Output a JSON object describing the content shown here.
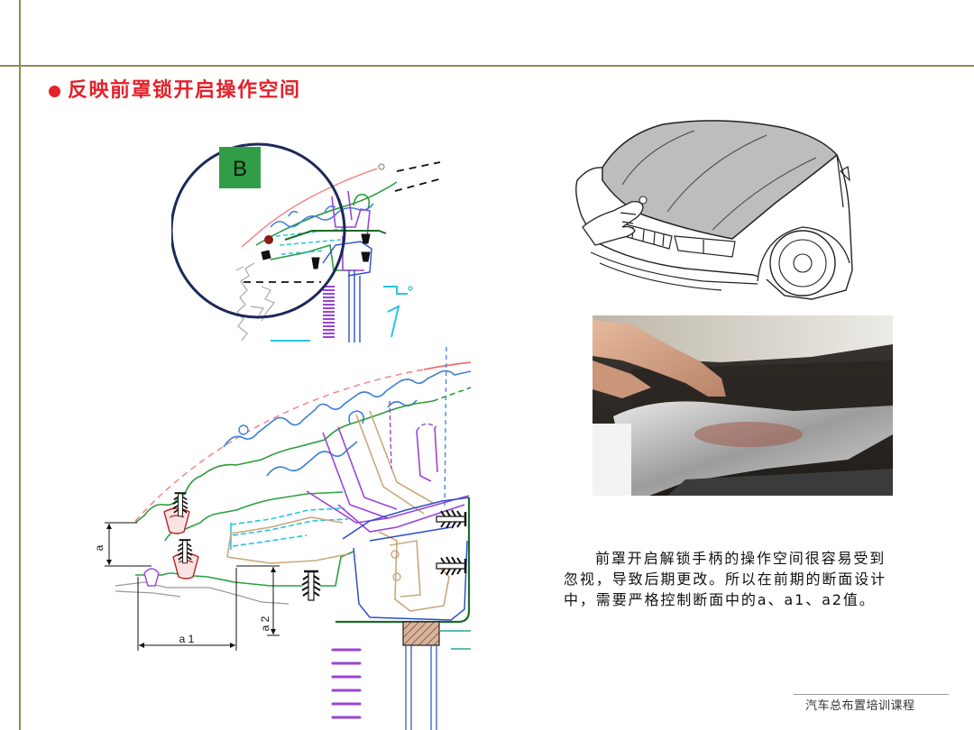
{
  "slide": {
    "title": "反映前罩锁开启操作空间",
    "paragraph_lines": [
      "前罩开启解锁手柄的操作空间很容易受到",
      "忽视，导致后期更改。所以在前期的断面设计",
      "中，需要严格控制断面中的a、a1、a2值。"
    ],
    "footer": "汽车总布置培训课程"
  },
  "detail_view": {
    "label": "B"
  },
  "section_view": {
    "dimensions": {
      "a": "a",
      "a1": "a 1",
      "a2": "a 2"
    }
  },
  "icons": {
    "title_bullet": "red-dot-bullet"
  },
  "colors": {
    "title_red": "#e3222b",
    "rule_olive": "#8e8a56",
    "detail_box_green": "#2f9e47",
    "detail_circle_navy": "#1c2a58",
    "outer_skin_pink": "#ee8c8c",
    "inner_panel_blue": "#3d7fd6",
    "seal_green": "#2a9a3a",
    "bracket_purple": "#9a44d6",
    "latch_tan": "#c8a97a",
    "cyan": "#26c6e0"
  }
}
